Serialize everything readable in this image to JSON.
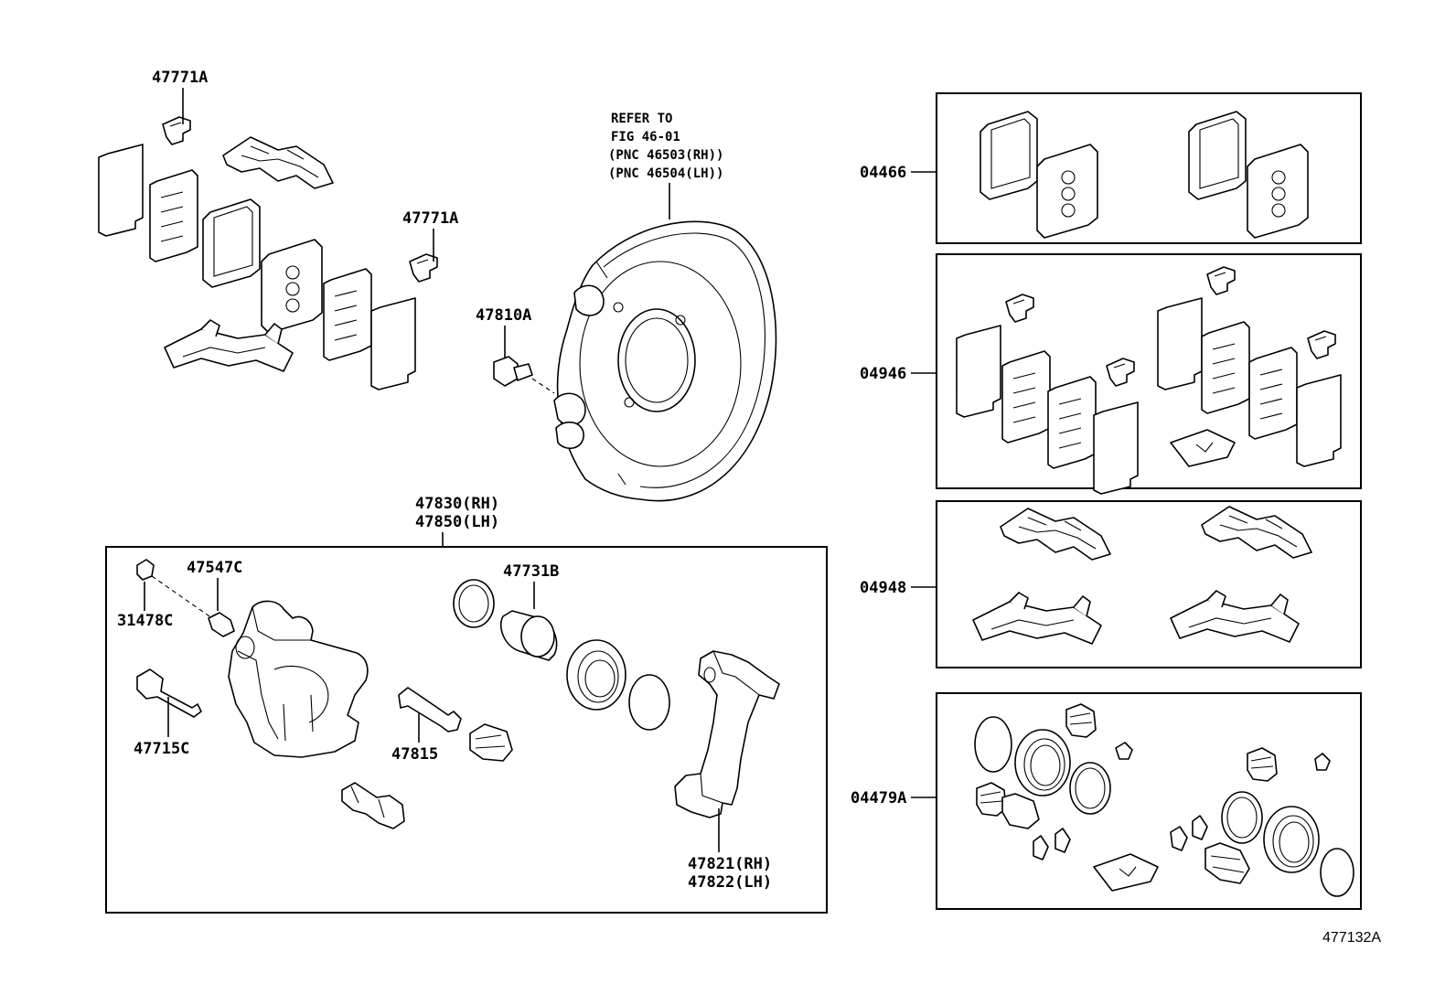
{
  "figure_id": "477132A",
  "refer_note": {
    "lines": [
      "REFER TO",
      "FIG 46-01",
      "(PNC 46503(RH))",
      "(PNC 46504(LH))"
    ]
  },
  "callouts": {
    "pad_clip_top": "47771A",
    "pad_clip_mid": "47771A",
    "bleeder": "47810A",
    "caliper_rh": "47830(RH)",
    "caliper_lh": "47850(LH)",
    "bleeder_screw": "47547C",
    "bleeder_cap": "31478C",
    "slide_bolt": "47715C",
    "piston": "47731B",
    "slide_pin": "47815",
    "mounting_rh": "47821(RH)",
    "mounting_lh": "47822(LH)"
  },
  "kits": [
    {
      "code": "04466"
    },
    {
      "code": "04946"
    },
    {
      "code": "04948"
    },
    {
      "code": "04479A"
    }
  ]
}
